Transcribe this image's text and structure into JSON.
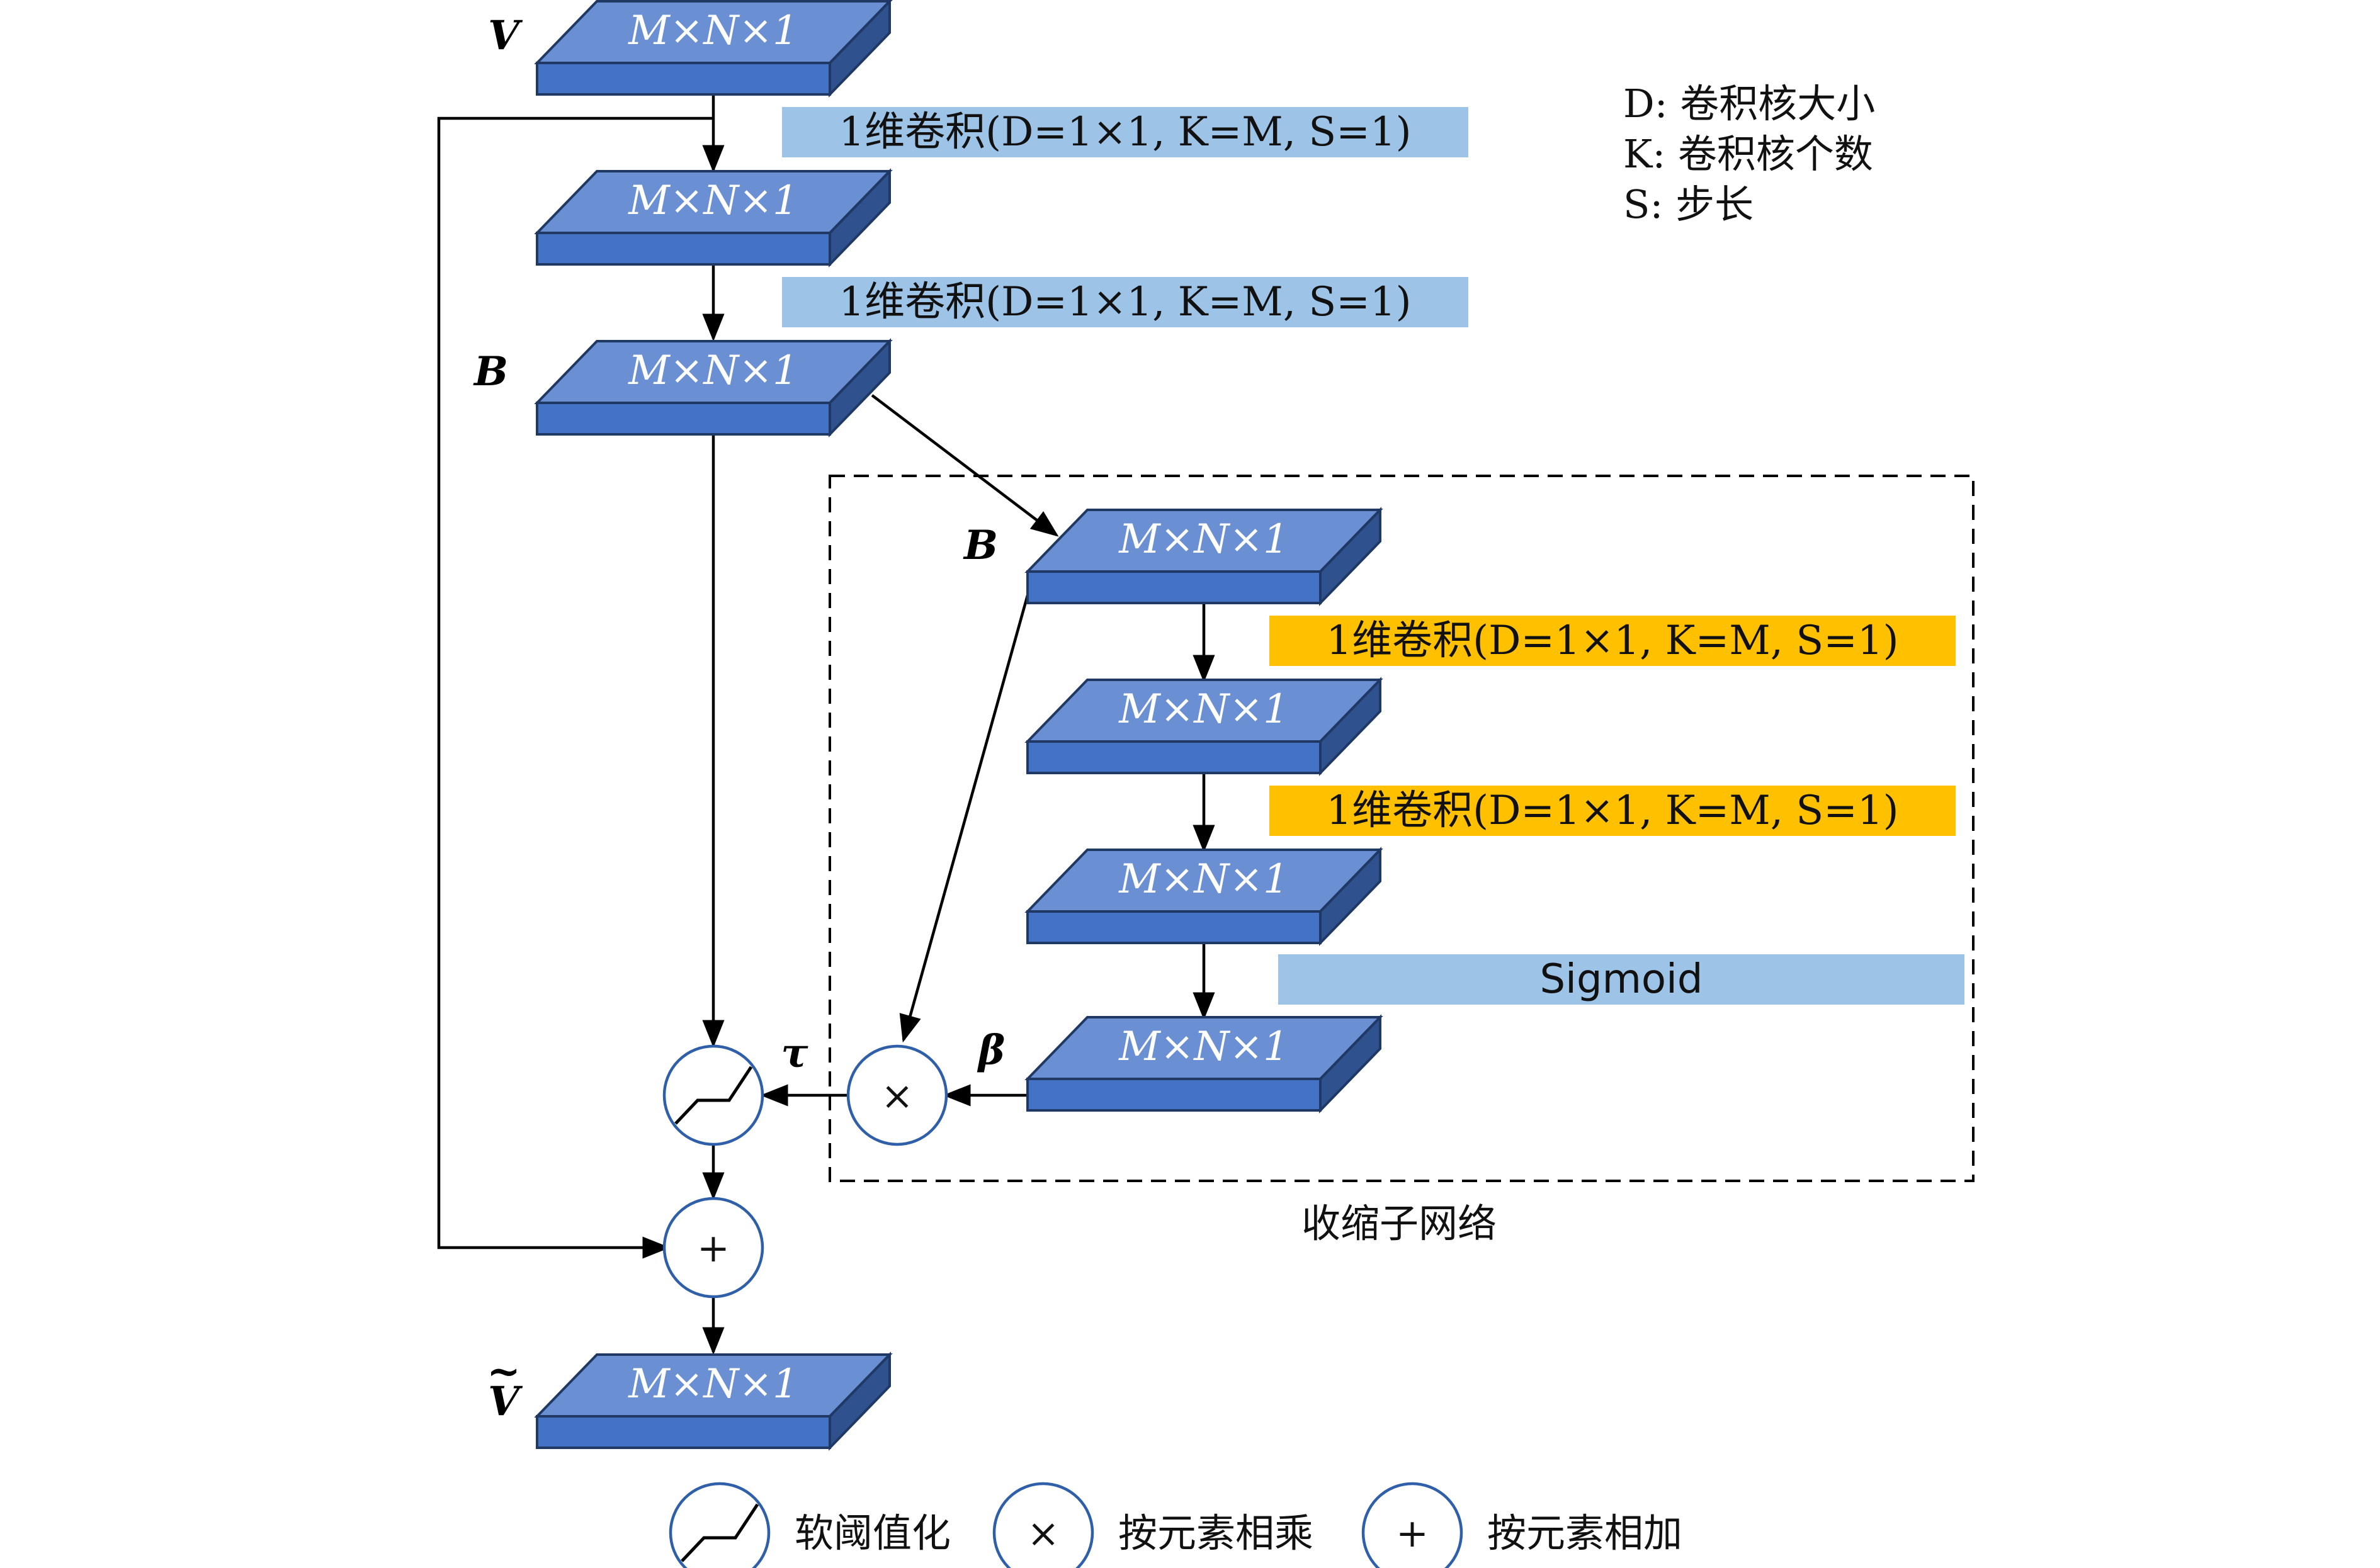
{
  "colors": {
    "block_top": "#6b8fd3",
    "block_front": "#4472c4",
    "block_side": "#2f528f",
    "block_stroke": "#1f3864",
    "conv_blue": "#9dc3e6",
    "conv_orange": "#ffc000",
    "sigmoid_blue": "#9dc3e6",
    "op_circle": "#2e5fa8"
  },
  "blocks": {
    "dim_label": "M×N×1"
  },
  "tensors": {
    "v": "V",
    "b_main": "B",
    "b_sub": "B",
    "tau": "τ",
    "beta": "β",
    "v_tilde": "V",
    "v_tilde_accent": "~"
  },
  "conv": {
    "label": "1维卷积(D=1×1, K=M, S=1)"
  },
  "sigmoid": {
    "label": "Sigmoid"
  },
  "ops": {
    "multiply_symbol": "×",
    "add_symbol": "+"
  },
  "subnetwork": {
    "label": "收缩子网络"
  },
  "notes": {
    "d": "D: 卷积核大小",
    "k": "K: 卷积核个数",
    "s": "S: 步长"
  },
  "legend": {
    "soft_threshold": "软阈值化",
    "multiply": "按元素相乘",
    "add": "按元素相加"
  }
}
